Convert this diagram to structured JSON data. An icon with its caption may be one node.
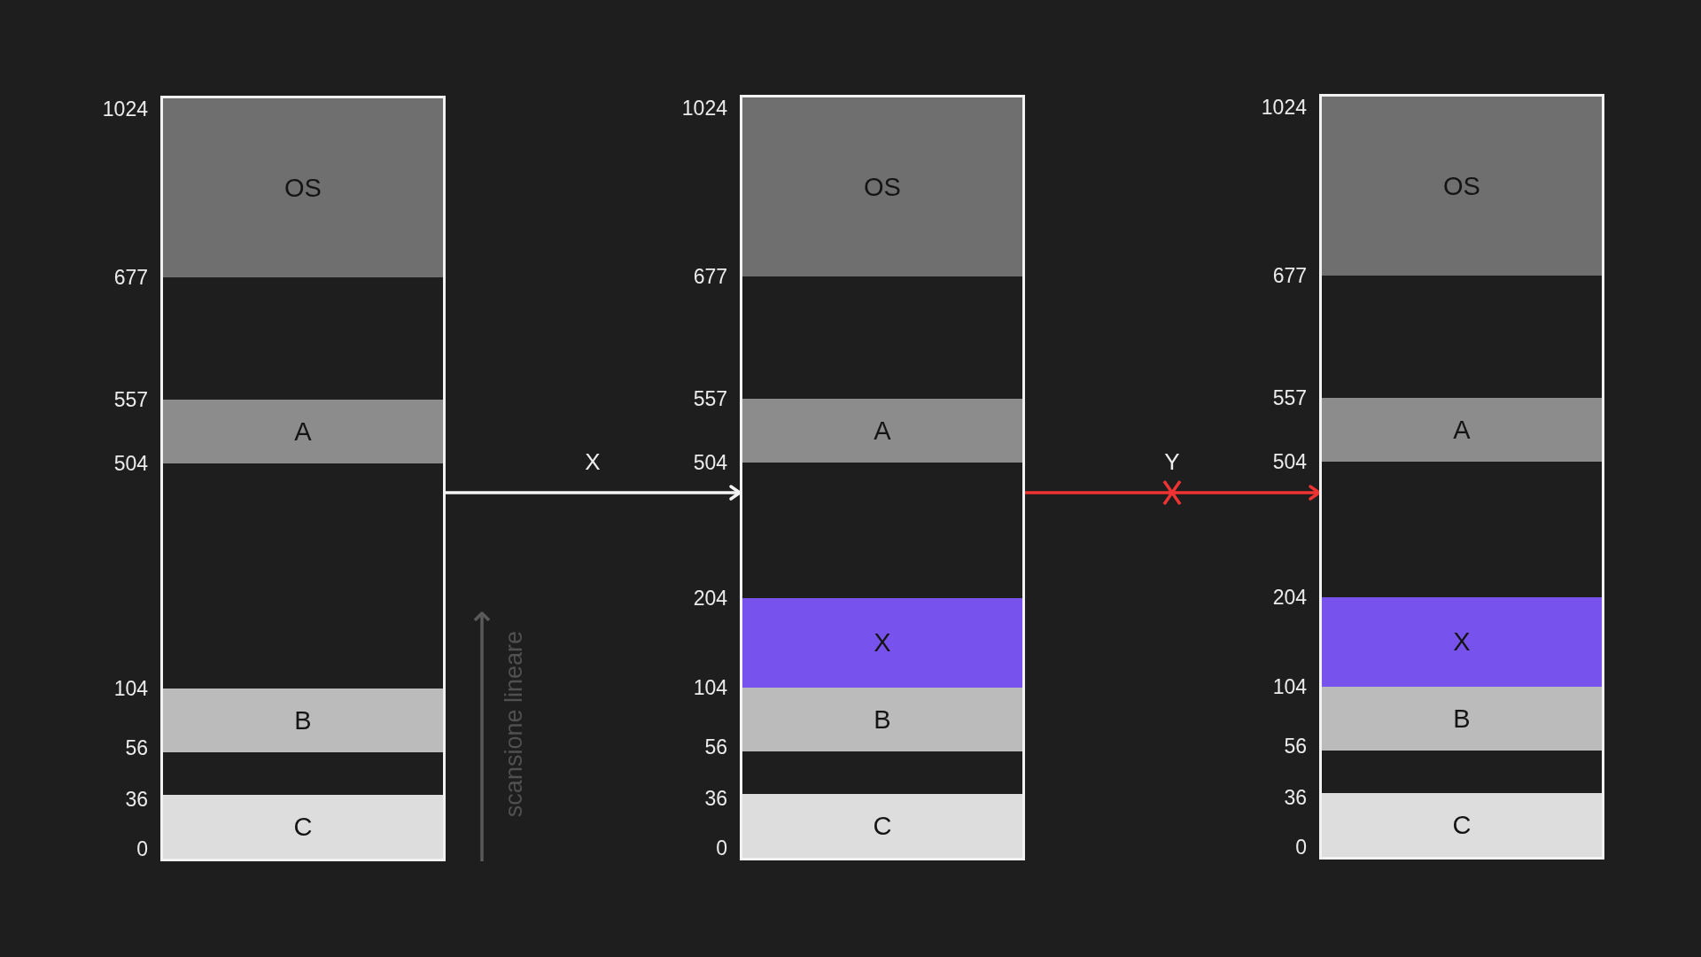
{
  "diagram": {
    "nodes": [
      {
        "text": [],
        "shape": "box",
        "beside": [
          "1024",
          "677",
          "557",
          "504",
          "104",
          "56",
          "36",
          "0"
        ]
      },
      {
        "text": [
          "OS"
        ],
        "in": 0
      },
      {
        "text": [
          "A"
        ],
        "in": 0
      },
      {
        "text": [
          "B"
        ],
        "in": 0
      },
      {
        "text": [
          "C"
        ],
        "in": 0
      },
      {
        "text": [],
        "shape": "box",
        "beside": [
          "1024",
          "677",
          "557",
          "504",
          "204",
          "104",
          "56",
          "36",
          "0"
        ]
      },
      {
        "text": [
          "OS"
        ],
        "in": 5
      },
      {
        "text": [
          "A"
        ],
        "in": 5
      },
      {
        "text": [
          "X"
        ],
        "in": 5
      },
      {
        "text": [
          "B"
        ],
        "in": 5
      },
      {
        "text": [
          "C"
        ],
        "in": 5
      },
      {
        "text": [],
        "shape": "box",
        "beside": [
          "1024",
          "677",
          "557",
          "504",
          "204",
          "104",
          "56",
          "36",
          "0"
        ]
      },
      {
        "text": [
          "OS"
        ],
        "in": 11
      },
      {
        "text": [
          "A"
        ],
        "in": 11
      },
      {
        "text": [
          "X"
        ],
        "in": 11
      },
      {
        "text": [
          "B"
        ],
        "in": 11
      },
      {
        "text": [
          "C"
        ],
        "in": 11
      }
    ],
    "edges": [
      {
        "from": 0,
        "to": 5,
        "arrow": "to",
        "label": "X"
      },
      {
        "from": 5,
        "to": 11,
        "arrow": "to",
        "label": "Y",
        "color": "#ee3333"
      }
    ],
    "labels": [
      "scansione lineare"
    ]
  }
}
